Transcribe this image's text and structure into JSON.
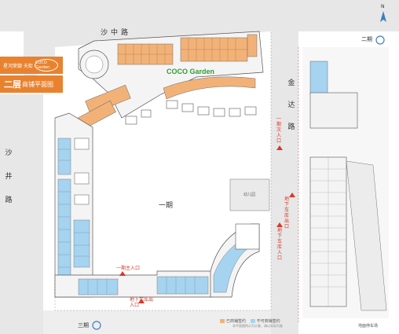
{
  "brand": {
    "name": "星河荣御 天街",
    "logo_text": "COCO Garden"
  },
  "floor_title": {
    "main": "二层",
    "sub": "商铺平面图"
  },
  "garden_label": "COCO Garden",
  "roads": {
    "shazhong": "沙中路",
    "shajing": "沙井路",
    "jinda": "金达路"
  },
  "phases": {
    "phase1": "一期",
    "phase2": "二期",
    "phase3": "三期"
  },
  "labels": {
    "phase1_entrance_a": "一期次入口",
    "phase1_main_entrance": "一期主入口",
    "underground_garage": "地下车库出入口",
    "garage_exit_a": "地下车库出口",
    "garage_entrance_b": "地下车库入口",
    "kindergarten": "幼儿园",
    "parking": "地面停车场"
  },
  "legend": {
    "item1": "已商铺签约",
    "item2": "不可商铺签约",
    "color1": "#f2b277",
    "color2": "#a6d3ef",
    "note": "本平面图所示为示意，请以实际为准"
  },
  "compass": "N",
  "colors": {
    "orange_units": "#f2b277",
    "blue_units": "#a6d3ef",
    "road": "#e7e7e7",
    "building": "#f4f4f4",
    "outline": "#555555",
    "brand": "#e9822e",
    "entry_red": "#d33a2c"
  }
}
